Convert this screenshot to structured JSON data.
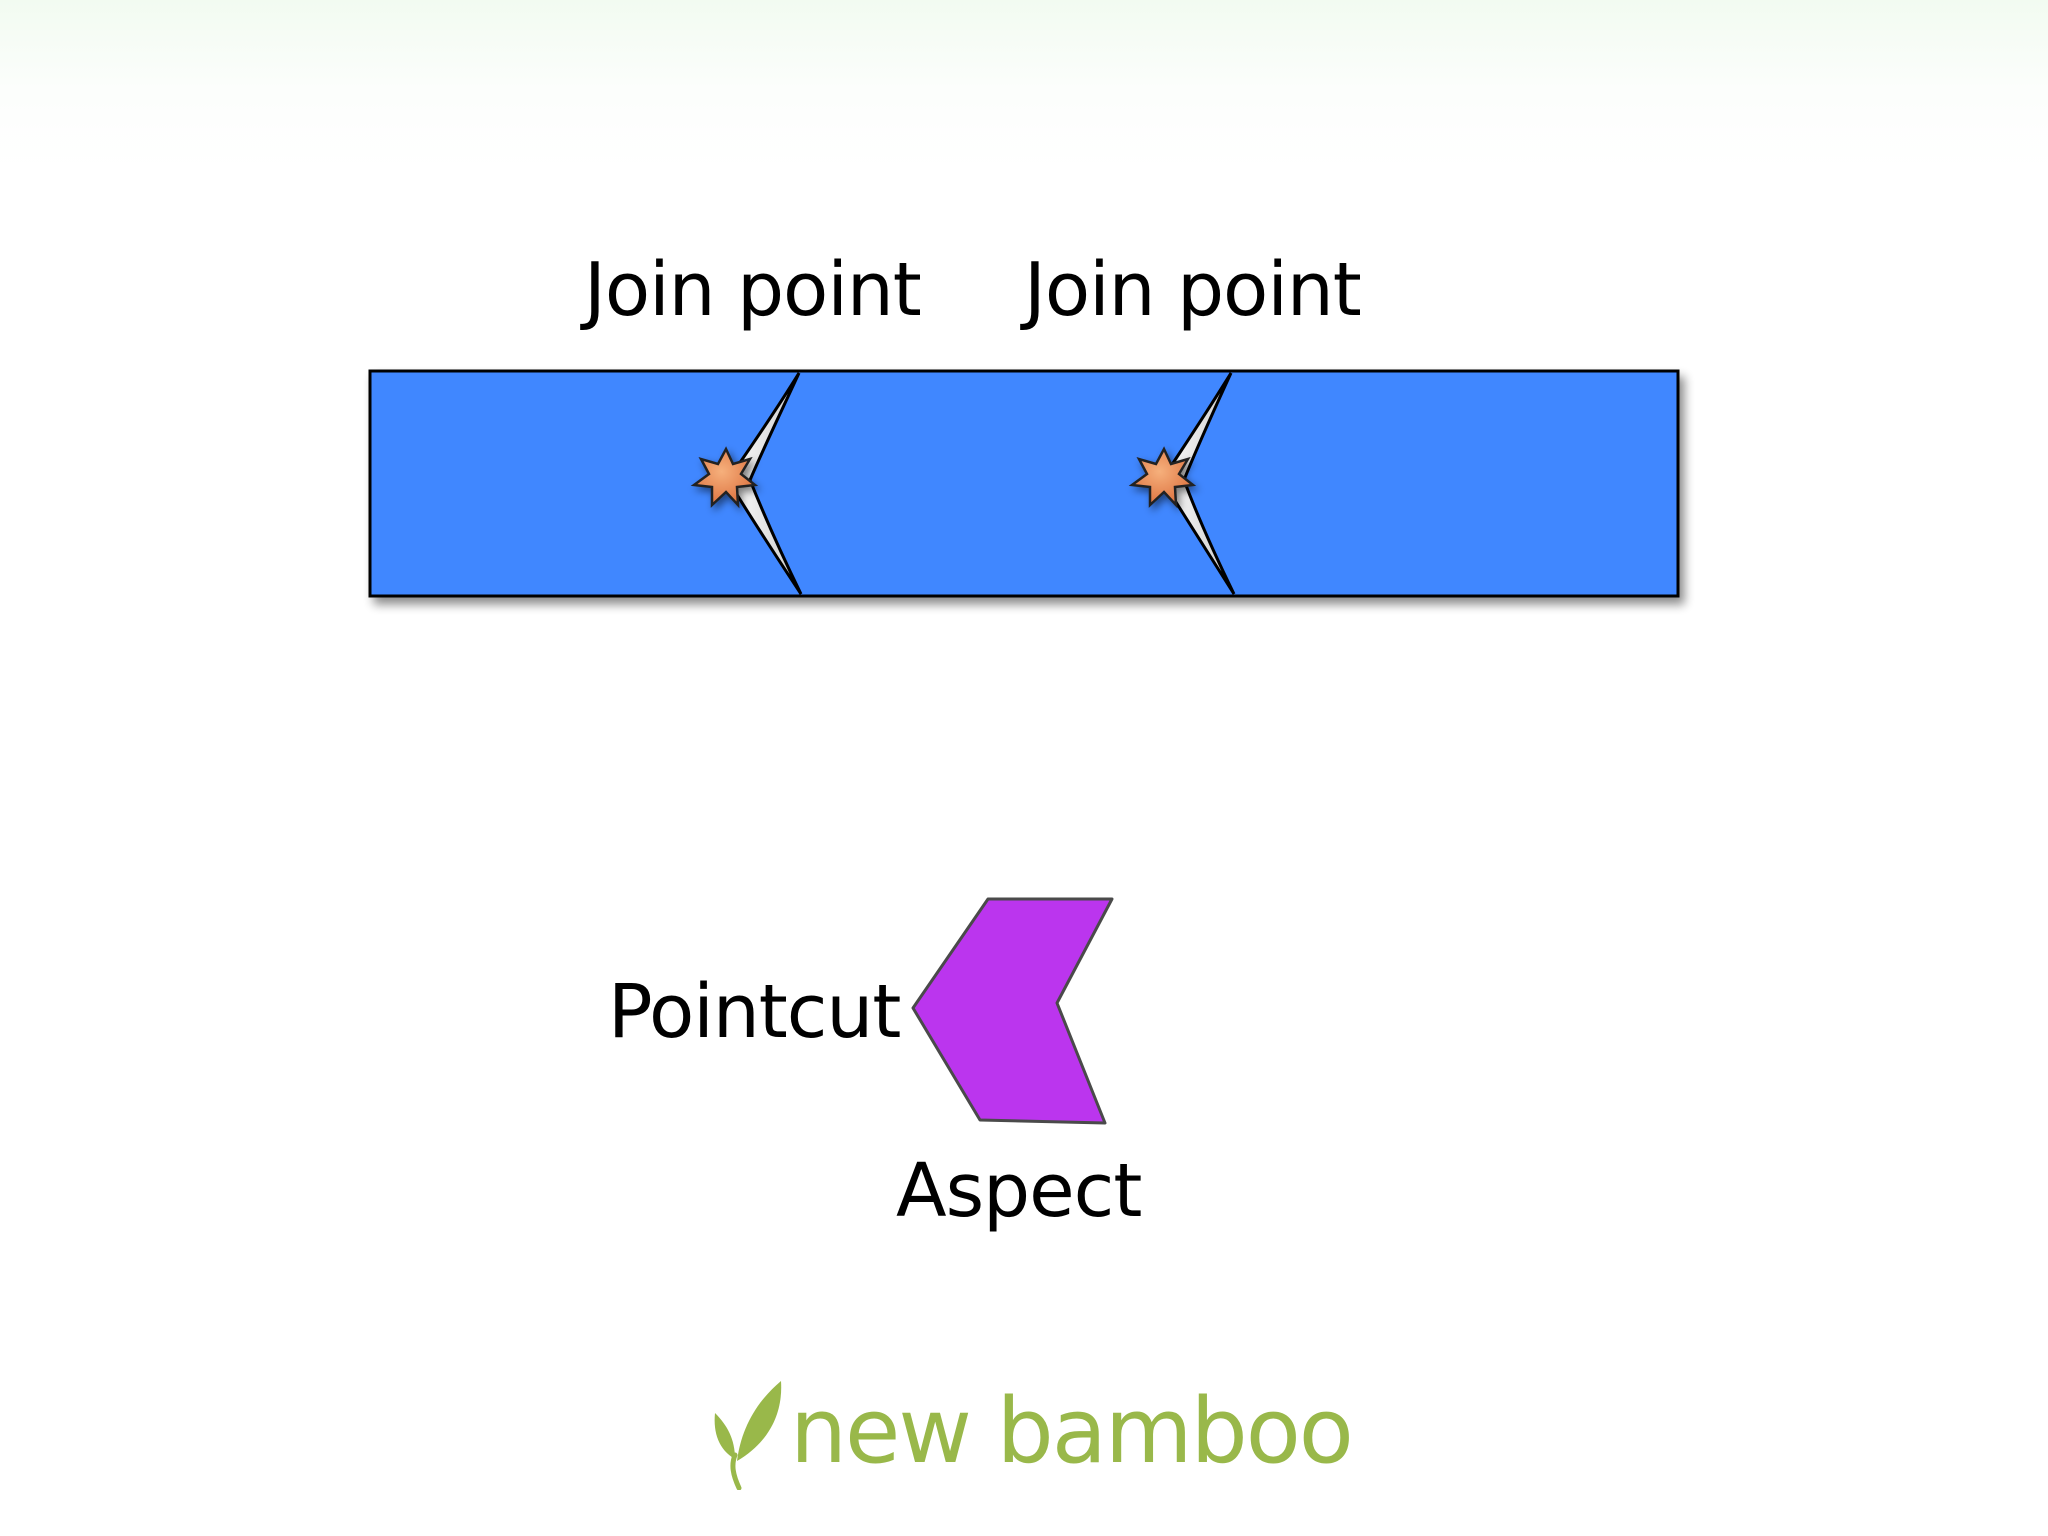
{
  "diagram": {
    "join_point_labels": [
      "Join point",
      "Join point"
    ],
    "pointcut_label": "Pointcut",
    "aspect_label": "Aspect",
    "colors": {
      "band_fill": "#3f87ff",
      "band_stroke": "#000000",
      "wedge_fill": "#e6e6e6",
      "star_fill": "#e58a52",
      "aspect_fill": "#bb35ee",
      "aspect_stroke": "#4a4a4a"
    }
  },
  "logo": {
    "text": "new bamboo",
    "color": "#99b84a",
    "icon": "bamboo-sprout-icon"
  }
}
